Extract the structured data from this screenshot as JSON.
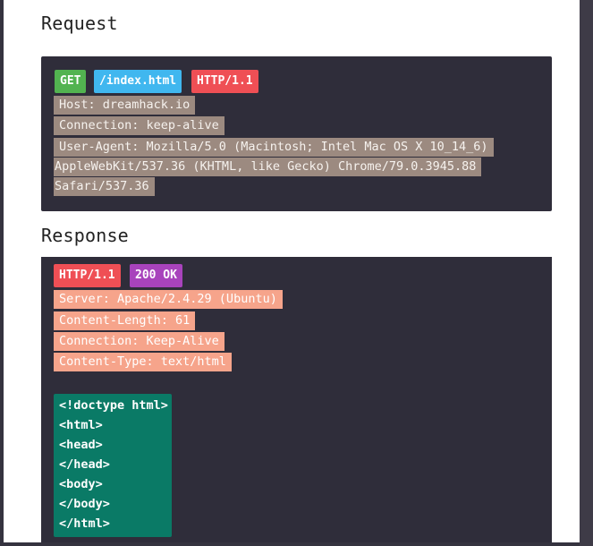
{
  "request": {
    "title": "Request",
    "method": "GET",
    "path": "/index.html",
    "version": "HTTP/1.1",
    "lines": [
      "Host: dreamhack.io",
      "Connection: keep-alive",
      "User-Agent: Mozilla/5.0 (Macintosh; Intel Mac OS X 10_14_6)",
      "AppleWebKit/537.36 (KHTML, like Gecko) Chrome/79.0.3945.88",
      "Safari/537.36"
    ]
  },
  "response": {
    "title": "Response",
    "version": "HTTP/1.1",
    "status": "200 OK",
    "headers": [
      "Server: Apache/2.4.29 (Ubuntu)",
      "Content-Length: 61",
      "Connection: Keep-Alive",
      "Content-Type: text/html"
    ],
    "body_lines": [
      "<!doctype html>",
      "<html>",
      "<head>",
      "</head>",
      "<body>",
      "</body>",
      "</html>"
    ]
  },
  "colors": {
    "method": "#52b350",
    "path": "#40b7ef",
    "version": "#ef4f55",
    "status": "#a843bc",
    "request_header_bg": "#9c8a80",
    "response_header_bg": "#f6a48b",
    "body_bg": "#0a7a66"
  }
}
